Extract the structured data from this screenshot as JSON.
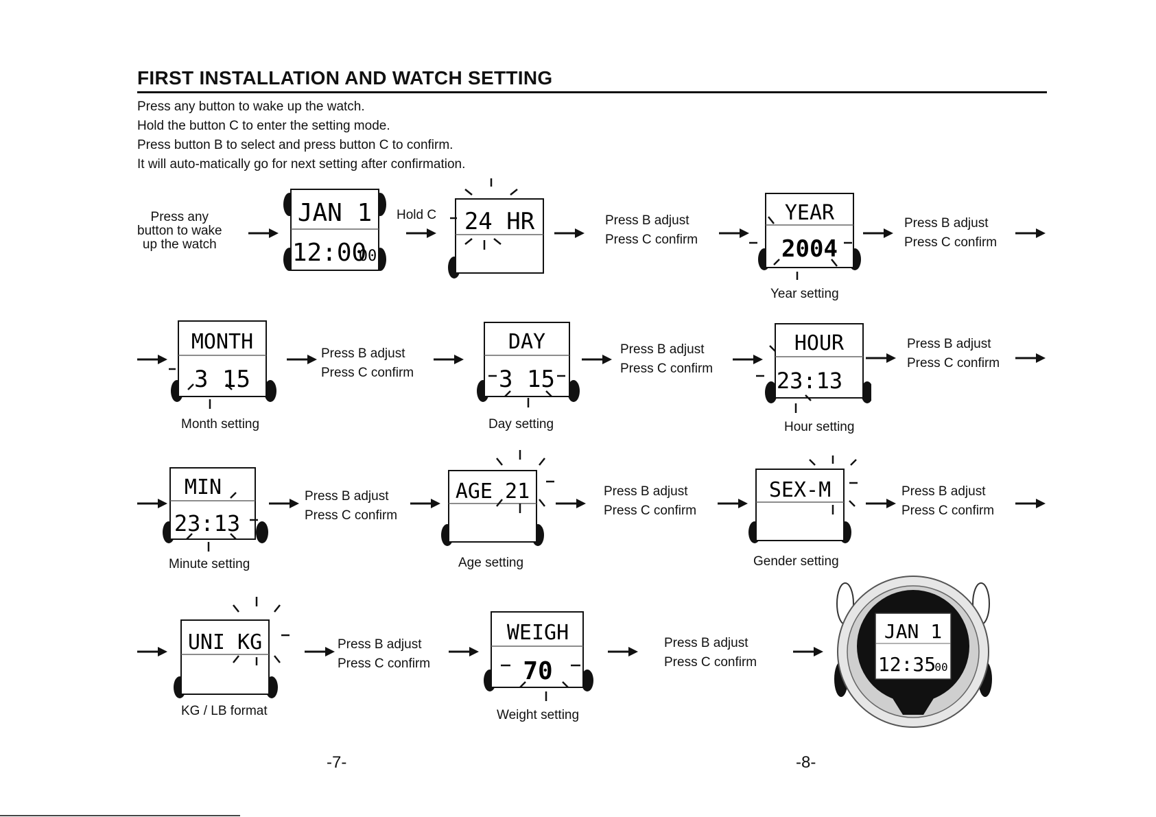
{
  "heading": "FIRST INSTALLATION AND WATCH SETTING",
  "intro": [
    "Press any button to wake up the watch.",
    "Hold the button C to enter the setting mode.",
    "Press button B to select and press button C to confirm.",
    "It will auto-matically go for next setting after confirmation."
  ],
  "wake_label": [
    "Press any",
    "button to wake",
    "up the watch"
  ],
  "hold_c": "Hold C",
  "adjust": [
    "Press B adjust",
    "Press C confirm"
  ],
  "captions": {
    "year": "Year setting",
    "month": "Month setting",
    "day": "Day setting",
    "hour": "Hour setting",
    "minute": "Minute setting",
    "age": "Age setting",
    "gender": "Gender setting",
    "unit": "KG / LB format",
    "weight": "Weight setting"
  },
  "displays": {
    "start": {
      "top": "JAN 1",
      "bottom": "12:00",
      "sub": "00"
    },
    "mode": {
      "top": "24 HR",
      "bottom": ""
    },
    "year": {
      "top": "YEAR",
      "bottom": "2004"
    },
    "month": {
      "top": "MONTH",
      "bottom": "3 15"
    },
    "day": {
      "top": "DAY",
      "bottom": "3 15"
    },
    "hour": {
      "top": "HOUR",
      "bottom": "23:13"
    },
    "minute": {
      "top": "MIN",
      "bottom": "23:13"
    },
    "age": {
      "top": "AGE 21",
      "bottom": ""
    },
    "gender": {
      "top": "SEX-M",
      "bottom": ""
    },
    "unit": {
      "top": "UNI KG",
      "bottom": ""
    },
    "weight": {
      "top": "WEIGH",
      "bottom": "70"
    },
    "final": {
      "top": "JAN 1",
      "bottom": "12:35",
      "sub": "00"
    }
  },
  "pages": [
    "-7-",
    "-8-"
  ]
}
